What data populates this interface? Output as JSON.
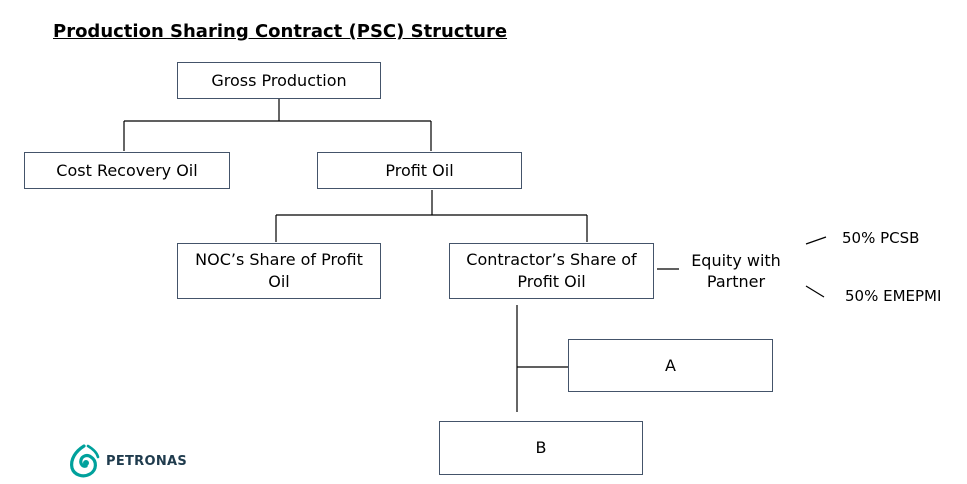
{
  "title": "Production Sharing Contract (PSC) Structure",
  "nodes": {
    "gross_production": "Gross Production",
    "cost_recovery_oil": "Cost Recovery Oil",
    "profit_oil": "Profit Oil",
    "noc_share": "NOC’s Share of Profit Oil",
    "contractor_share": "Contractor’s Share of Profit Oil",
    "a": "A",
    "b": "B"
  },
  "equity": {
    "label": "Equity with Partner",
    "partner_1": "50% PCSB",
    "partner_2": "50% EMEPMI"
  },
  "logo": {
    "text": "PETRONAS",
    "brand_color": "#00a19c"
  },
  "colors": {
    "box_border": "#44546a"
  }
}
